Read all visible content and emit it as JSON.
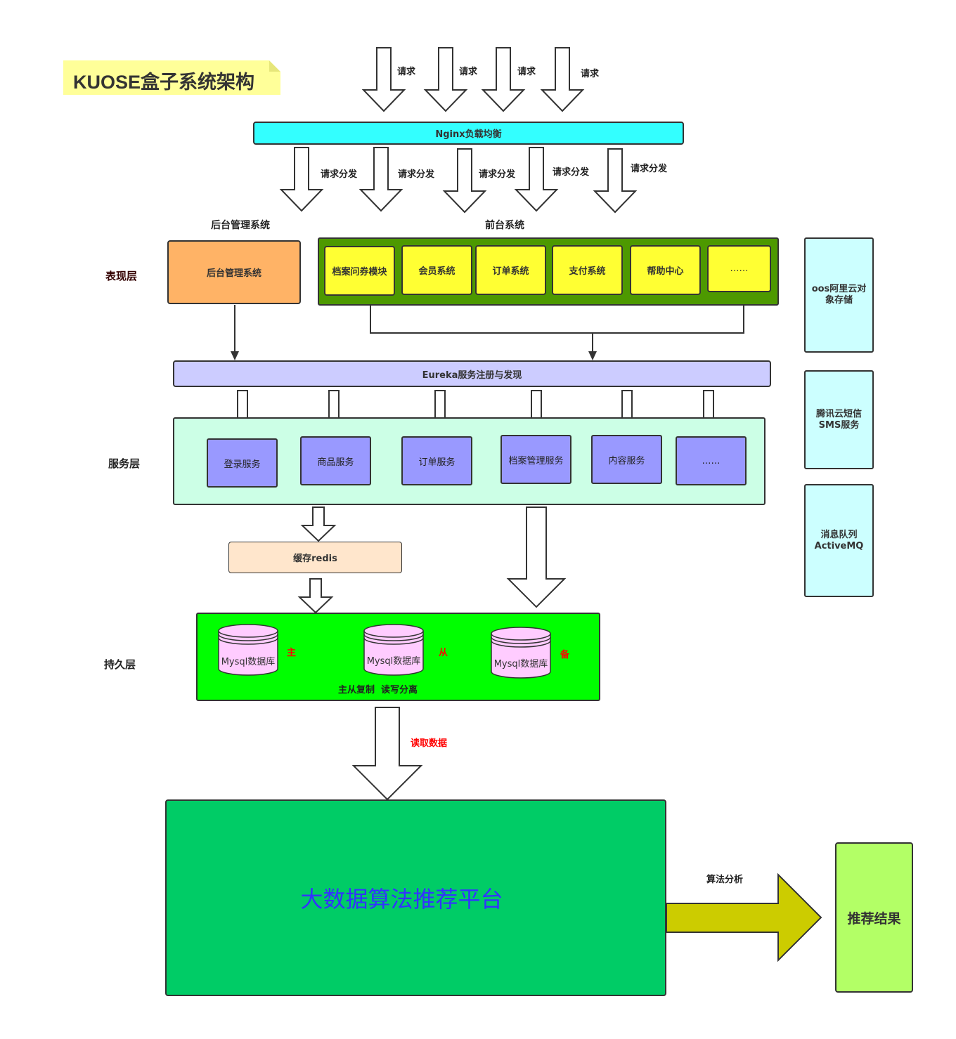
{
  "title": "KUOSE盒子系统架构",
  "requests": [
    "请求",
    "请求",
    "请求",
    "请求"
  ],
  "nginx": "Nginx负载均衡",
  "dispatch": [
    "请求分发",
    "请求分发",
    "请求分发",
    "请求分发",
    "请求分发"
  ],
  "backend_title": "后台管理系统",
  "frontend_title": "前台系统",
  "layers": {
    "presentation": "表现层",
    "service": "服务层",
    "persistence": "持久层"
  },
  "backend_box": "后台管理系统",
  "front_modules": [
    "档案问券模块",
    "会员系统",
    "订单系统",
    "支付系统",
    "帮助中心",
    "……"
  ],
  "eureka": "Eureka服务注册与发现",
  "services": [
    "登录服务",
    "商品服务",
    "订单服务",
    "档案管理服务",
    "内容服务",
    "……"
  ],
  "redis": "缓存redis",
  "databases": [
    "Mysql数据库",
    "Mysql数据库",
    "Mysql数据库"
  ],
  "db_roles": [
    "主",
    "从",
    "备"
  ],
  "replication": "主从复制  读写分离",
  "read_data": "读取数据",
  "bigdata": "大数据算法推荐平台",
  "algo": "算法分析",
  "result": "推荐结果",
  "side": {
    "oss": "oos阿里云对象存储",
    "sms": "腾讯云短信SMS服务",
    "mq": "消息队列ActiveMQ"
  },
  "colors": {
    "nginx": "#33ffff",
    "backend": "#ffb366",
    "frontend_container": "#4d9900",
    "module": "#ffff33",
    "eureka": "#ccccff",
    "service_layer": "#ccffe6",
    "service": "#9999ff",
    "redis": "#ffe6cc",
    "persistence": "#00ff00",
    "database": "#ffccff",
    "bigdata": "#00cc66",
    "bigdata_text": "#3333ff",
    "algo_arrow": "#cccc00",
    "result": "#b3ff66",
    "side": "#ccffff"
  }
}
